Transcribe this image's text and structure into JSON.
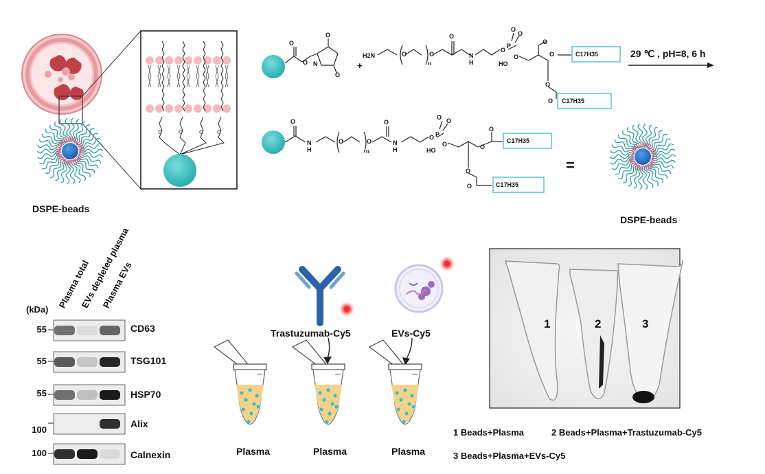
{
  "colors": {
    "bead": "#3bbfc0",
    "membrane": "#f2b9bf",
    "ev_shell": "#e4676c",
    "antibody": "#2c62ad",
    "dye": "#e33030",
    "liquid": "#f4d28c",
    "box_highlight": "#5bc0d8"
  },
  "panel_a": {
    "left_label": "DSPE-beads",
    "right_label": "DSPE-beads",
    "reaction_condition": "29 ℃ , pH=8, 6 h",
    "plus_sign": "+",
    "equals_sign": "=",
    "chain_C17H35": "C17H35",
    "subscript_n": "n",
    "atoms": {
      "H2N": "H2N",
      "O": "O",
      "N": "N",
      "H": "H",
      "P": "P",
      "HO": "HO"
    }
  },
  "western_blot": {
    "kda_label": "(kDa)",
    "lanes": [
      "Plasma total",
      "EVs depleted plasma",
      "Plasma EVs"
    ],
    "bands": [
      {
        "marker": "55",
        "protein": "CD63"
      },
      {
        "marker": "55",
        "protein": "TSG101"
      },
      {
        "marker": "55",
        "protein": "HSP70"
      },
      {
        "marker": "100",
        "protein": "Alix"
      },
      {
        "marker": "100",
        "protein": "Calnexin"
      }
    ]
  },
  "tubes": {
    "antibody_label": "Trastuzumab-Cy5",
    "ev_label": "EVs-Cy5",
    "tube_labels": [
      "Plasma",
      "Plasma",
      "Plasma"
    ]
  },
  "photo": {
    "tube_numbers": [
      "1",
      "2",
      "3"
    ],
    "legend": [
      "1 Beads+Plasma",
      "2 Beads+Plasma+Trastuzumab-Cy5",
      "3 Beads+Plasma+EVs-Cy5"
    ]
  }
}
